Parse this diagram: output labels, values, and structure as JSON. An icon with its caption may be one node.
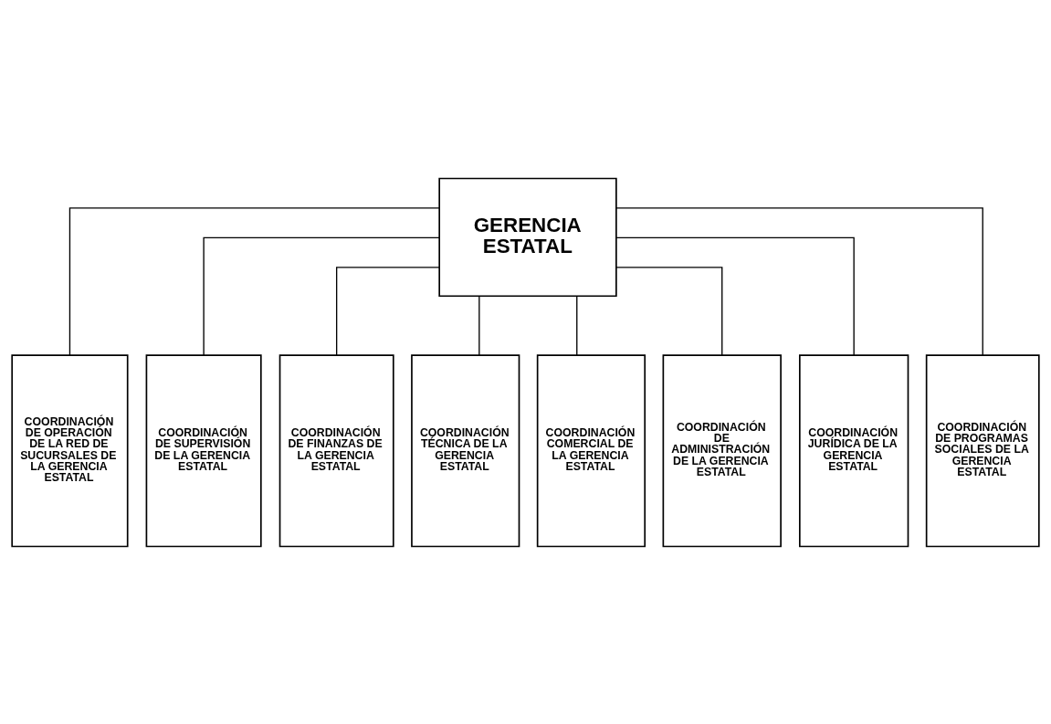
{
  "diagram": {
    "nodes": [
      {
        "text": [
          "GERENCIA ESTATAL"
        ]
      },
      {
        "text": [
          "COORDINACIÓN DE OPERACIÓN DE LA RED DE SUCURSALES DE LA GERENCIA ESTATAL"
        ]
      },
      {
        "text": [
          "COORDINACIÓN DE SUPERVISIÓN DE LA GERENCIA ESTATAL"
        ]
      },
      {
        "text": [
          "COORDINACIÓN DE FINANZAS DE LA GERENCIA ESTATAL"
        ]
      },
      {
        "text": [
          "COORDINACIÓN TÉCNICA DE LA GERENCIA ESTATAL"
        ]
      },
      {
        "text": [
          "COORDINACIÓN COMERCIAL DE LA GERENCIA ESTATAL"
        ]
      },
      {
        "text": [
          "COORDINACIÓN DE ADMINISTRACIÓN DE LA GERENCIA ESTATAL"
        ]
      },
      {
        "text": [
          "COORDINACIÓN JURÍDICA DE LA GERENCIA ESTATAL"
        ]
      },
      {
        "text": [
          "COORDINACIÓN DE PROGRAMAS SOCIALES DE LA GERENCIA ESTATAL"
        ]
      }
    ],
    "edges": [
      {
        "from": 0,
        "to": 1,
        "arrow": "none"
      },
      {
        "from": 0,
        "to": 2,
        "arrow": "none"
      },
      {
        "from": 0,
        "to": 3,
        "arrow": "none"
      },
      {
        "from": 0,
        "to": 4,
        "arrow": "none"
      },
      {
        "from": 0,
        "to": 5,
        "arrow": "none"
      },
      {
        "from": 0,
        "to": 6,
        "arrow": "none"
      },
      {
        "from": 0,
        "to": 7,
        "arrow": "none"
      },
      {
        "from": 0,
        "to": 8,
        "arrow": "none"
      }
    ]
  }
}
